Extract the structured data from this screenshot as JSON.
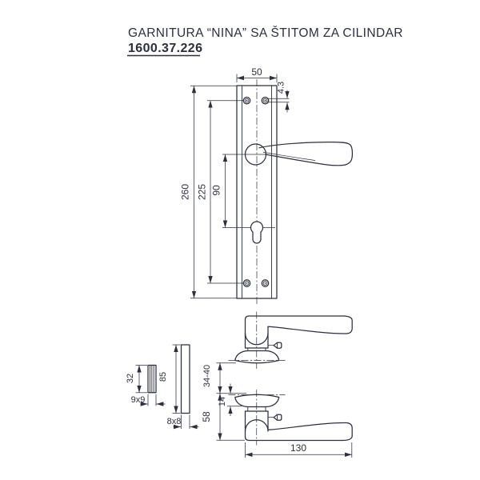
{
  "title": {
    "product_name": "GARNITURA “NINA” SA ŠTITOM ZA CILINDAR",
    "product_code": "1600.37.226"
  },
  "colors": {
    "line": "#2b2f3e",
    "background": "#ffffff"
  },
  "front_view": {
    "plate_width": "50",
    "screw_hole_diameter": "4.3",
    "plate_height": "260",
    "screw_distance": "225",
    "handle_to_cylinder": "90"
  },
  "side_view": {
    "door_thickness_range": "34-40",
    "rose_height": "14",
    "rose_to_lever_bottom": "58",
    "lever_length": "130"
  },
  "spindle_short": {
    "length": "32",
    "cross_section": "9x9"
  },
  "spindle_long": {
    "length": "85",
    "cross_section": "8x8"
  }
}
